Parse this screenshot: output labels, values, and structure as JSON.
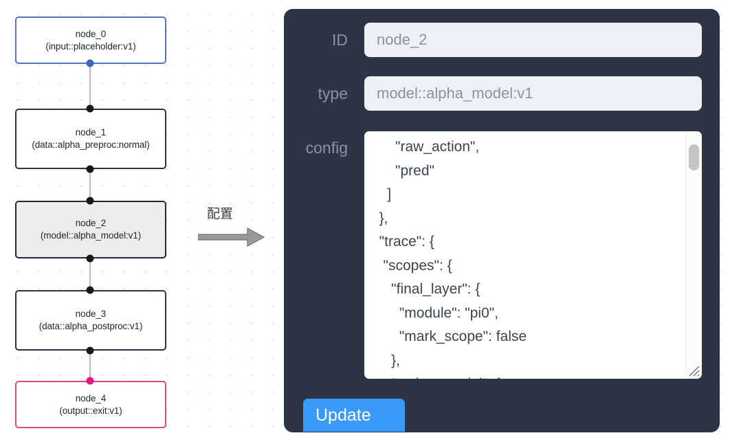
{
  "graph": {
    "nodes": [
      {
        "id": "node_0",
        "title": "node_0",
        "subtitle": "(input::placeholder:v1)",
        "kind": "input"
      },
      {
        "id": "node_1",
        "title": "node_1",
        "subtitle": "(data::alpha_preproc:normal)",
        "kind": "default"
      },
      {
        "id": "node_2",
        "title": "node_2",
        "subtitle": "(model::alpha_model:v1)",
        "kind": "selected"
      },
      {
        "id": "node_3",
        "title": "node_3",
        "subtitle": "(data::alpha_postproc:v1)",
        "kind": "default"
      },
      {
        "id": "node_4",
        "title": "node_4",
        "subtitle": "(output::exit:v1)",
        "kind": "output"
      }
    ],
    "colors": {
      "input_border": "#5273b8",
      "output_border": "#e0458a",
      "default_border": "#2d3142",
      "selected_fill": "#ededed",
      "edge": "#b7b7bc",
      "handle": "#1a1a1a",
      "handle_input": "#3a66c4",
      "handle_output": "#e8167f"
    }
  },
  "annotation": {
    "label": "配置",
    "arrow": "right-arrow-icon"
  },
  "inspector": {
    "background": "#2e3446",
    "fields": {
      "id": {
        "label": "ID",
        "value": "node_2"
      },
      "type": {
        "label": "type",
        "value": "model::alpha_model:v1"
      },
      "config": {
        "label": "config",
        "value": "      \"raw_action\",\n      \"pred\"\n    ]\n  },\n  \"trace\": {\n   \"scopes\": {\n     \"final_layer\": {\n       \"module\": \"pi0\",\n       \"mark_scope\": false\n     },\n     \"action_model\": {"
      }
    },
    "update_button": {
      "label": "Update",
      "color": "#3a9afa"
    }
  }
}
